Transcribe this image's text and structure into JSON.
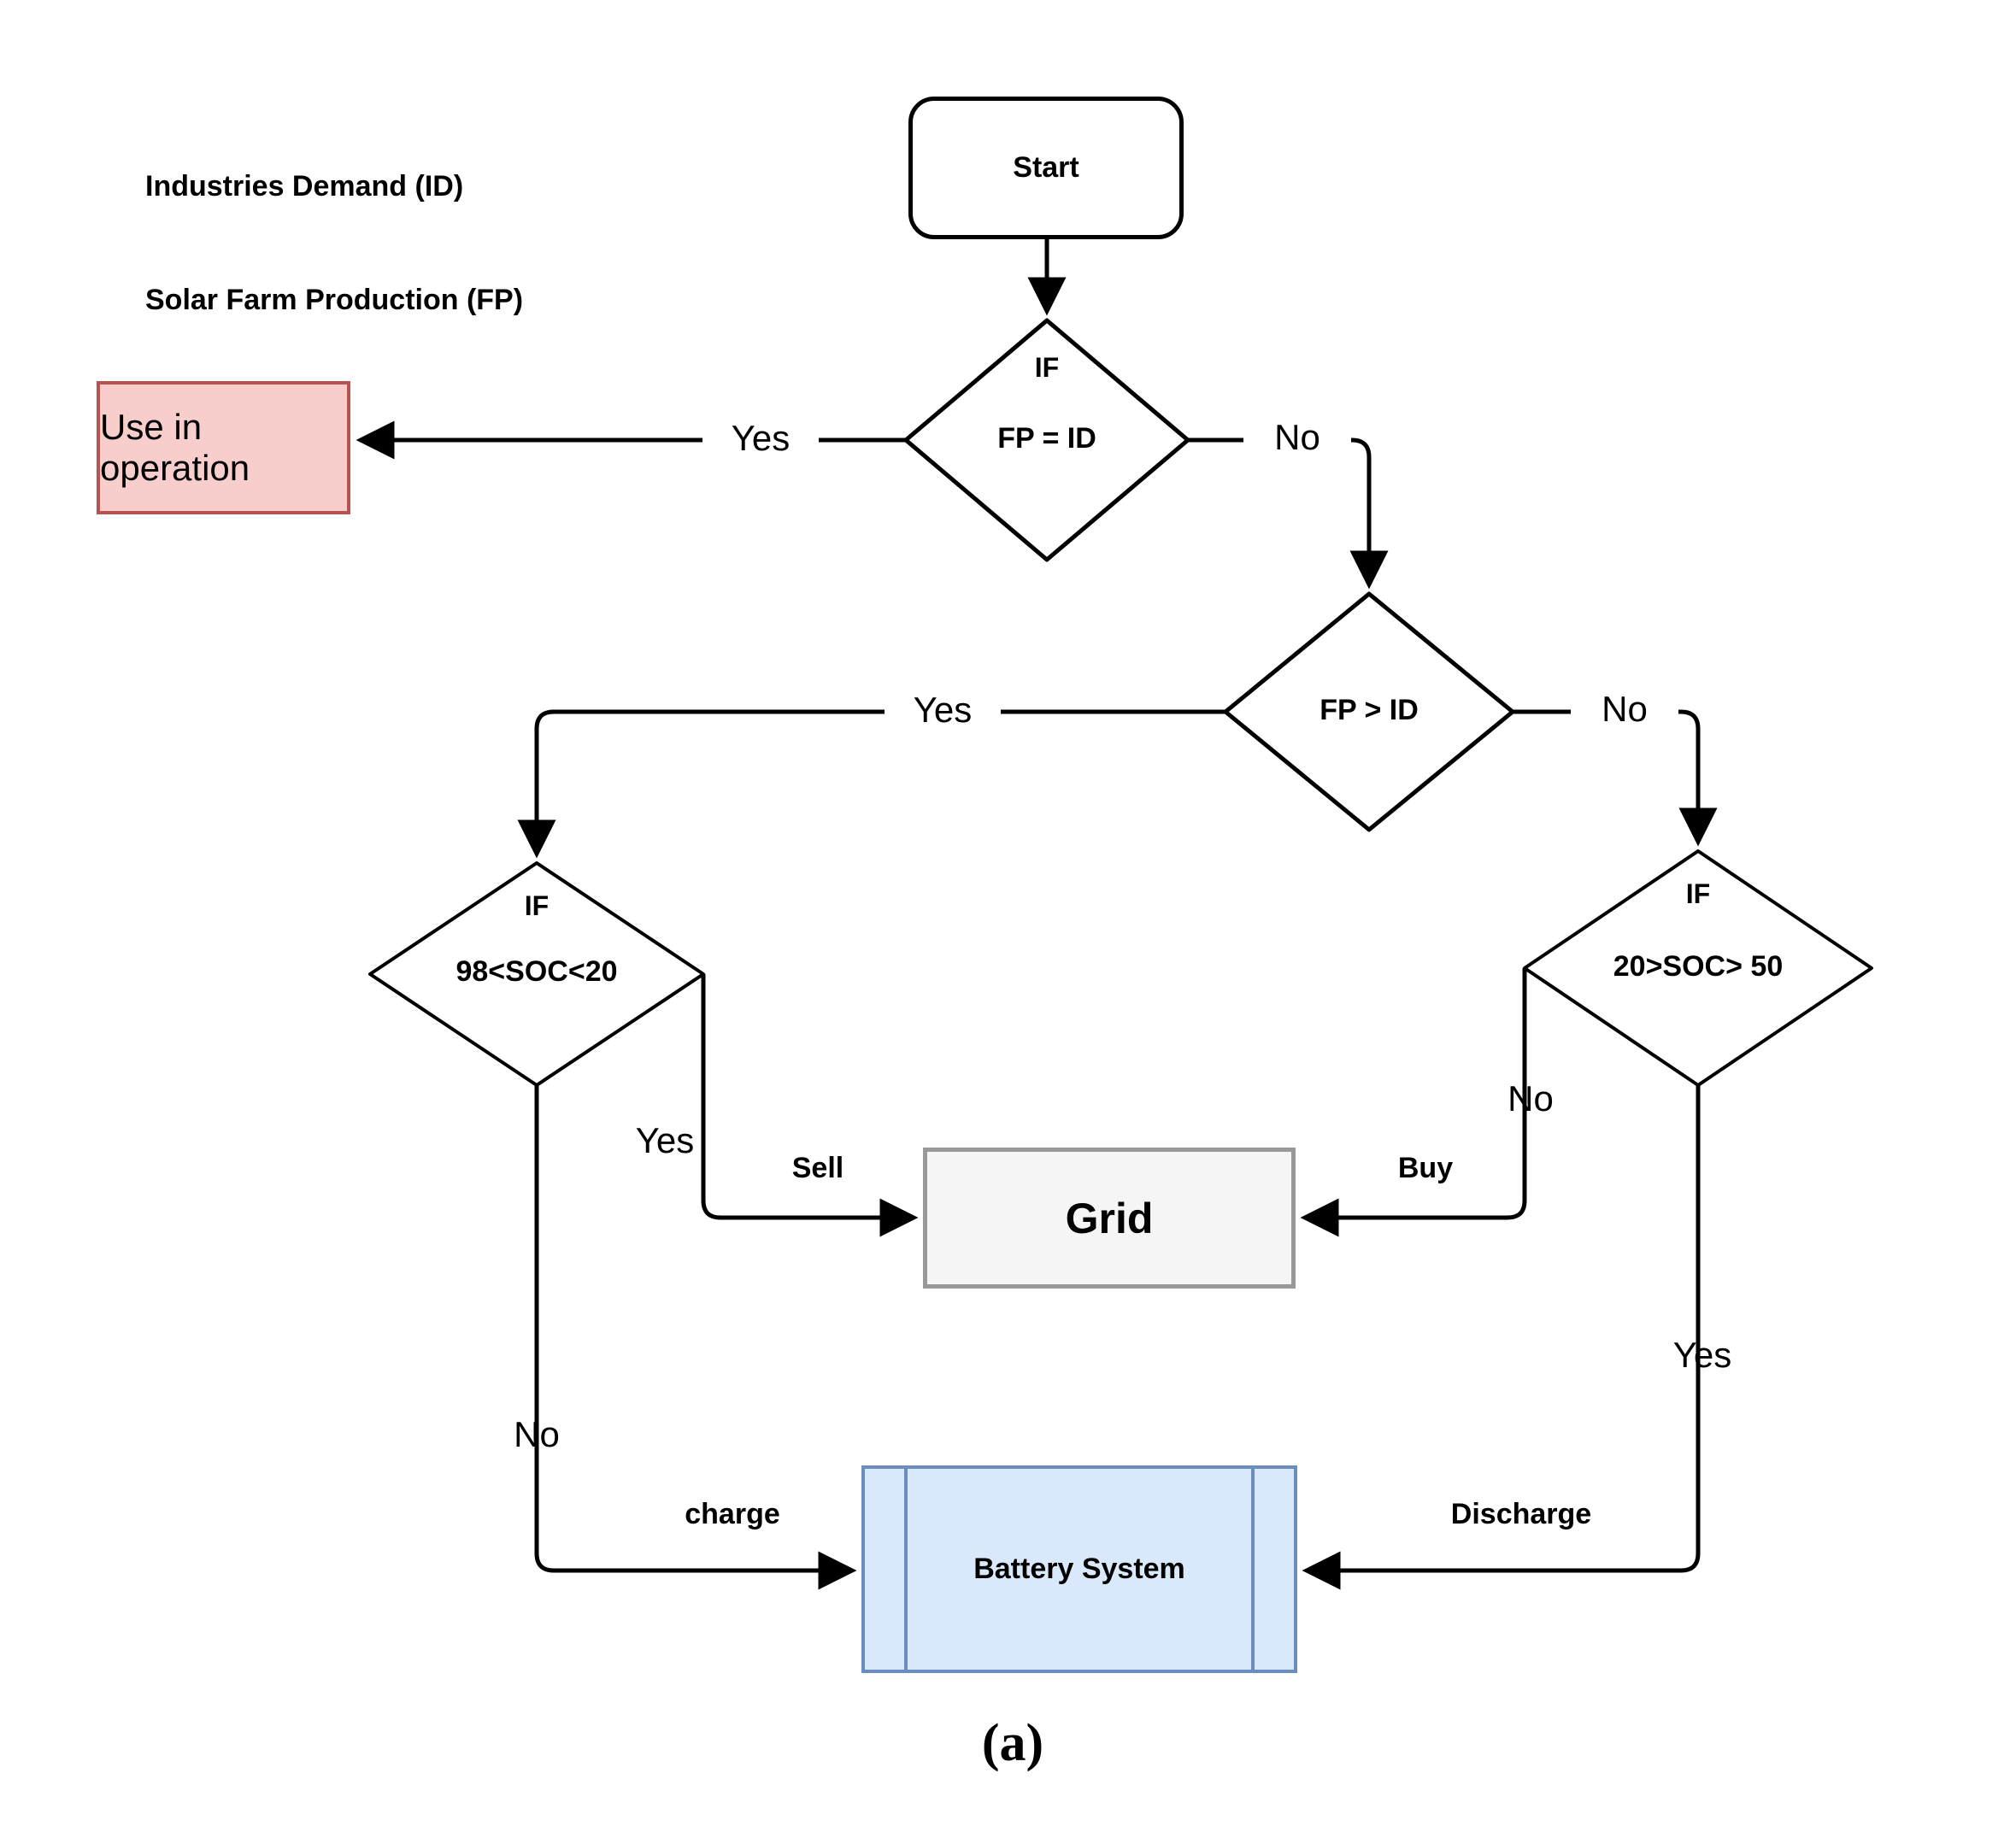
{
  "figure": {
    "caption": "(a)",
    "legend_line1": "Industries Demand (ID)",
    "legend_line2": "Solar Farm Production (FP)"
  },
  "colors": {
    "terminal_fill": "#f8cecc",
    "terminal_stroke": "#b85450",
    "grid_fill": "#f5f5f5",
    "grid_stroke": "#999999",
    "battery_fill": "#dae8fc",
    "battery_stroke": "#6c8ebf",
    "line": "#000000"
  },
  "nodes": {
    "start": {
      "label": "Start",
      "shape": "rounded-rectangle"
    },
    "decision_equal": {
      "keyword": "IF",
      "condition": "FP = ID",
      "shape": "diamond"
    },
    "use_in_operation": {
      "label": "Use in operation",
      "shape": "rectangle"
    },
    "decision_greater": {
      "condition": "FP > ID",
      "shape": "diamond"
    },
    "decision_soc_left": {
      "keyword": "IF",
      "condition": "98<SOC<20",
      "shape": "diamond"
    },
    "decision_soc_right": {
      "keyword": "IF",
      "condition": "20>SOC> 50",
      "shape": "diamond"
    },
    "grid": {
      "label": "Grid",
      "shape": "rectangle"
    },
    "battery": {
      "label": "Battery System",
      "shape": "predefined-process"
    }
  },
  "edges": {
    "start_to_equal": {
      "label": ""
    },
    "equal_yes": {
      "label": "Yes",
      "from": "decision_equal",
      "to": "use_in_operation"
    },
    "equal_no": {
      "label": "No",
      "from": "decision_equal",
      "to": "decision_greater"
    },
    "greater_yes": {
      "label": "Yes",
      "from": "decision_greater",
      "to": "decision_soc_left"
    },
    "greater_no": {
      "label": "No",
      "from": "decision_greater",
      "to": "decision_soc_right"
    },
    "soc_left_yes": {
      "label": "Yes",
      "action": "Sell",
      "from": "decision_soc_left",
      "to": "grid"
    },
    "soc_left_no": {
      "label": "No",
      "action": "charge",
      "from": "decision_soc_left",
      "to": "battery"
    },
    "soc_right_no": {
      "label": "No",
      "action": "Buy",
      "from": "decision_soc_right",
      "to": "grid"
    },
    "soc_right_yes": {
      "label": "Yes",
      "action": "Discharge",
      "from": "decision_soc_right",
      "to": "battery"
    }
  }
}
